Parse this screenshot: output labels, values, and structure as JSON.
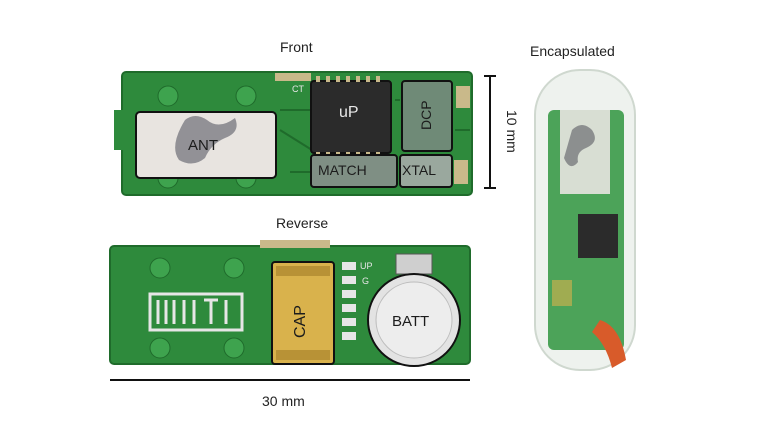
{
  "labels": {
    "front": "Front",
    "reverse": "Reverse",
    "encapsulated": "Encapsulated",
    "height_scale": "10 mm",
    "width_scale": "30 mm"
  },
  "components": {
    "ant": "ANT",
    "up": "uP",
    "dcp": "DCP",
    "match": "MATCH",
    "xtal": "XTAL",
    "cap": "CAP",
    "batt": "BATT"
  },
  "silkscreen": {
    "logo": "MIT",
    "up_pin": "UP",
    "gnd_pin": "G",
    "ct_label": "CT"
  },
  "colors": {
    "pcb": "#2e8a3c",
    "pcb_dark": "#1f6b2b",
    "pad_gold": "#c9b98a",
    "chip": "#2b2b2b",
    "capacitor": "#d9b24c"
  }
}
